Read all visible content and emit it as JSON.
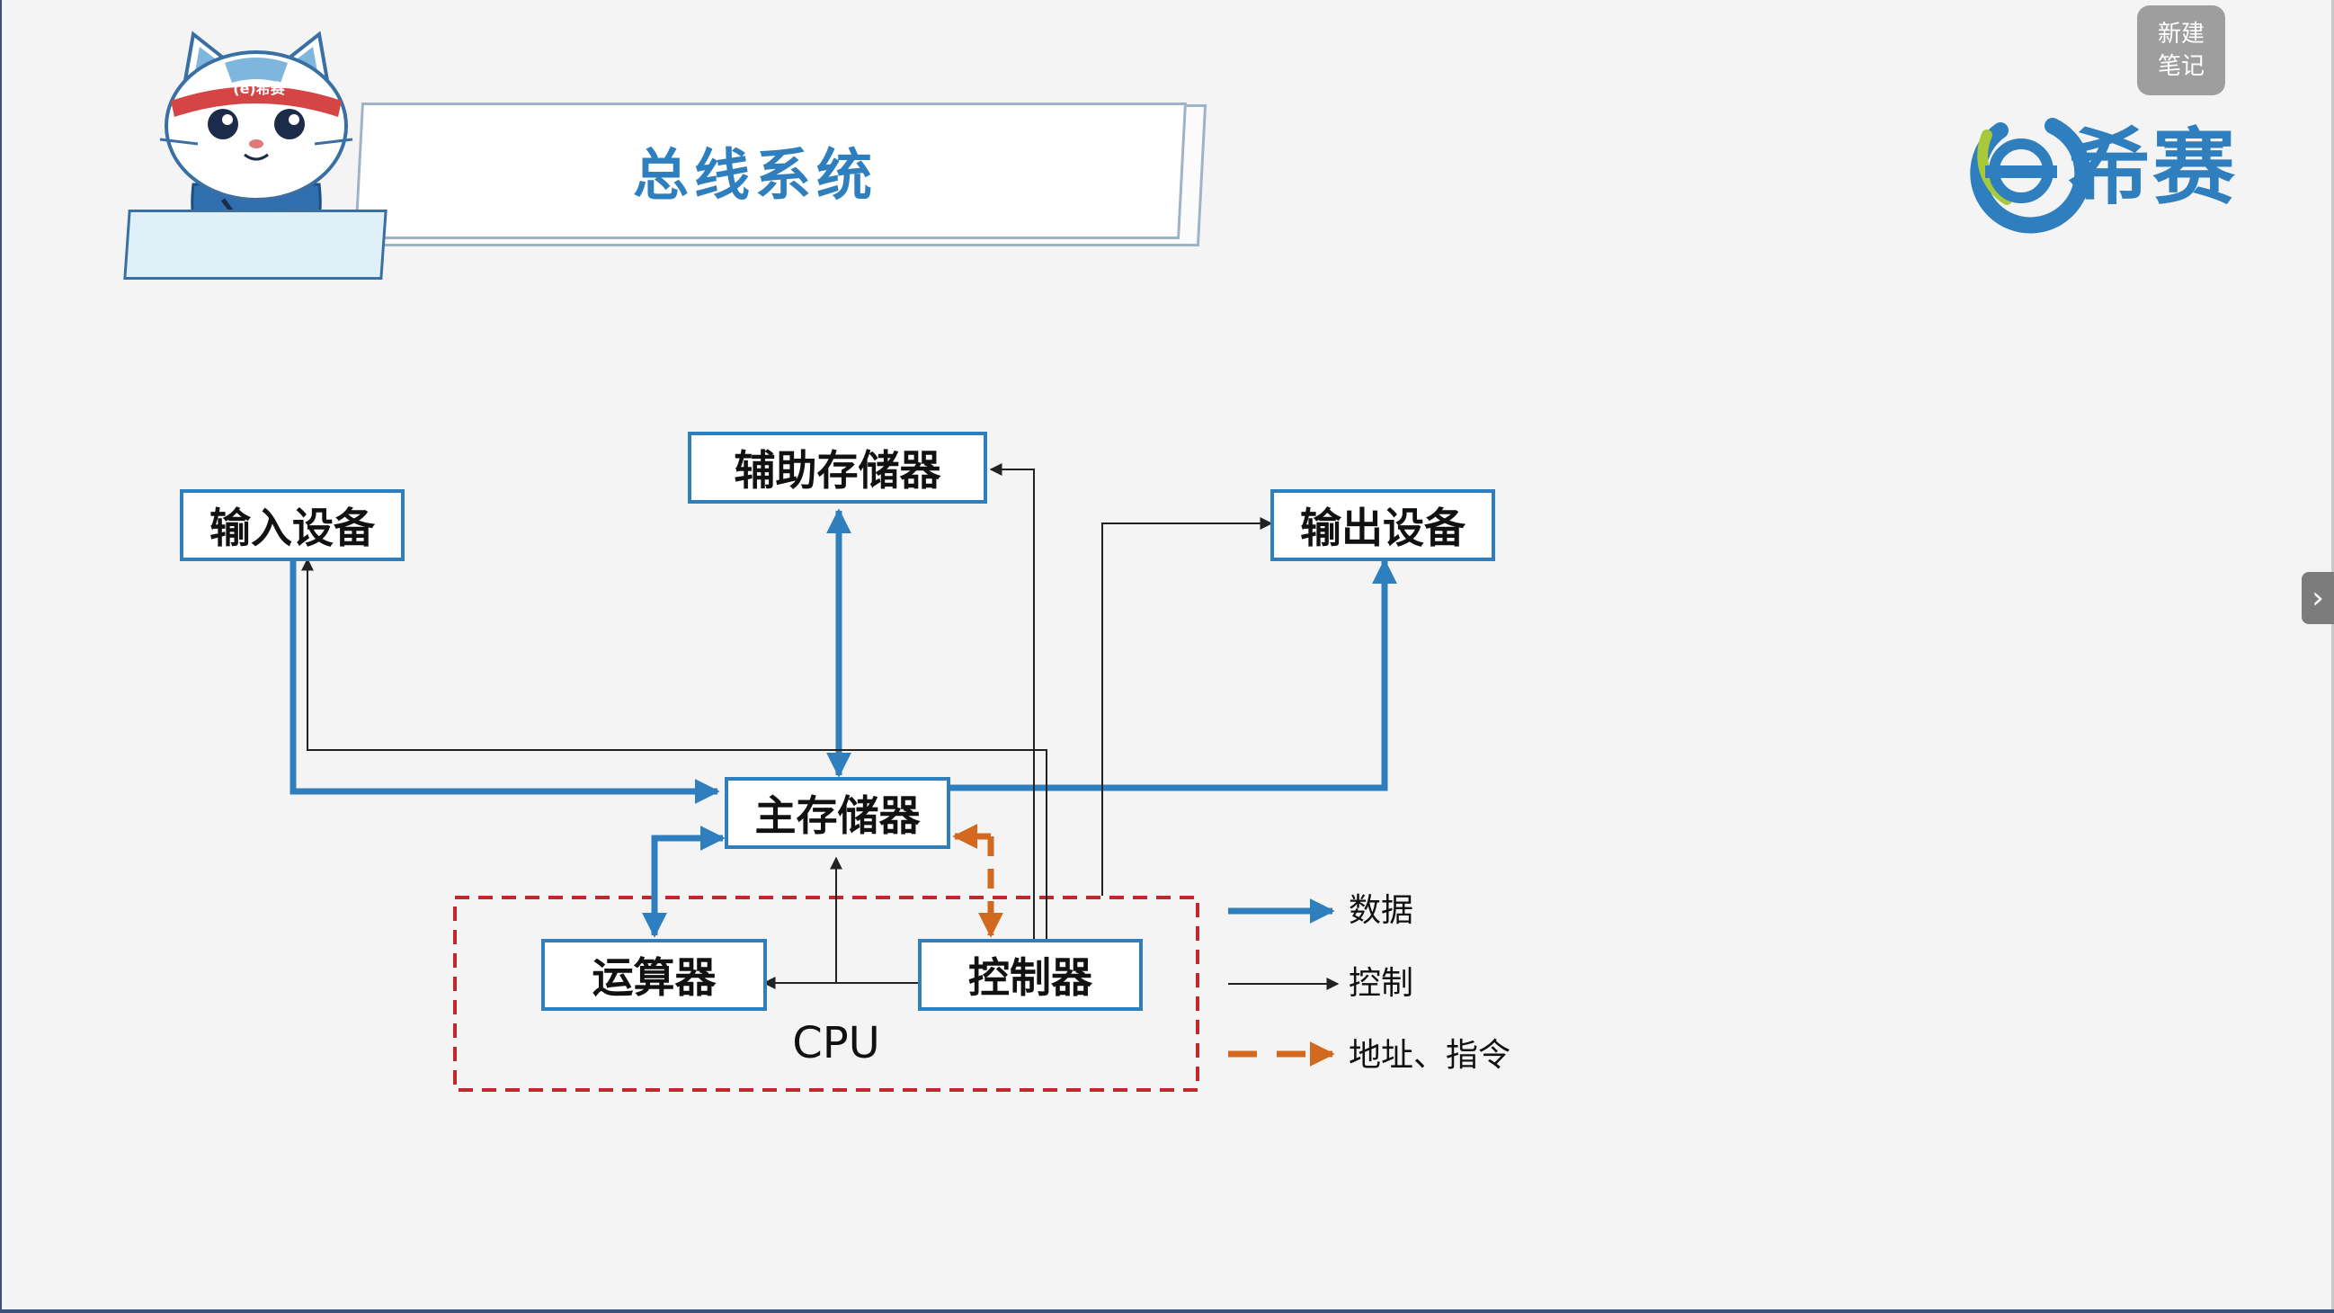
{
  "header": {
    "title": "总线系统"
  },
  "note_button": {
    "line1": "新建",
    "line2": "笔记"
  },
  "logo": {
    "text": "希赛",
    "icon": "e-circle-logo-icon",
    "headband_text": "(e)希赛"
  },
  "mascot": {
    "icon": "cat-mascot-icon"
  },
  "diagram": {
    "boxes": {
      "input": "输入设备",
      "aux_storage": "辅助存储器",
      "output": "输出设备",
      "main_memory": "主存储器",
      "alu": "运算器",
      "controller": "控制器"
    },
    "cpu_label": "CPU",
    "legend": {
      "data": "数据",
      "control": "控制",
      "address": "地址、指令"
    },
    "colors": {
      "data": "#2f7fbf",
      "control": "#222222",
      "address": "#d2691e",
      "cpu_border": "#c0282d"
    }
  }
}
